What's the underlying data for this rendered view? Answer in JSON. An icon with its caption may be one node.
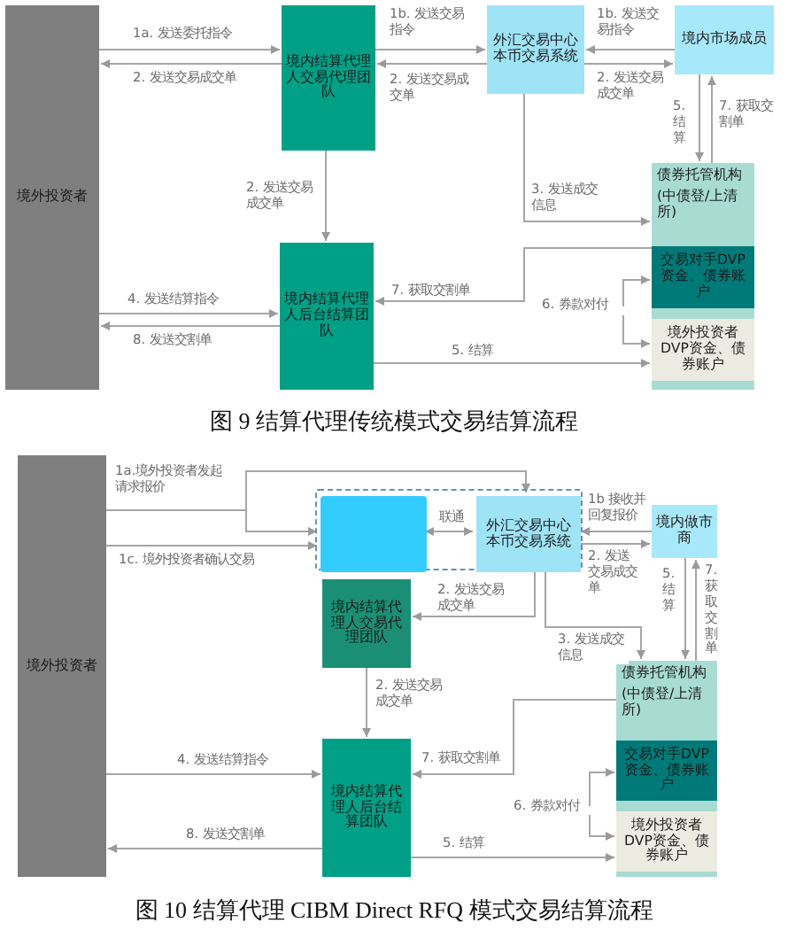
{
  "diagram": {
    "nodes": [
      {
        "text": [
          "境外投资者"
        ]
      },
      {
        "text": [
          "境内结算代理人交易代理团队"
        ]
      },
      {
        "text": [
          "外汇交易中心本币交易系统"
        ]
      },
      {
        "text": [
          "境内市场成员"
        ]
      },
      {
        "text": [
          "债券托管机构",
          "(中债登/上清所)"
        ]
      },
      {
        "text": [
          "交易对手DVP资金、债券账户"
        ],
        "in": 4
      },
      {
        "text": [
          "境外投资者DVP资金、债券账户"
        ],
        "in": 4
      },
      {
        "text": [
          "境内结算代理人后台结算团队"
        ]
      },
      {
        "text": [
          "境外投资者"
        ]
      },
      {
        "text": [],
        "shape": "box"
      },
      {
        "text": [],
        "shape": "box",
        "in": 9
      },
      {
        "text": [
          "外汇交易中心本币交易系统"
        ],
        "in": 9
      },
      {
        "text": [
          "境内做市商"
        ]
      },
      {
        "text": [
          "境内结算代理人交易代理团队"
        ]
      },
      {
        "text": [
          "债券托管机构",
          "(中债登/上清所)"
        ]
      },
      {
        "text": [
          "交易对手DVP资金、债券账户"
        ],
        "in": 14
      },
      {
        "text": [
          "境外投资者DVP资金、债券账户"
        ],
        "in": 14
      },
      {
        "text": [
          "境内结算代理人后台结算团队"
        ]
      }
    ],
    "edges": [
      {
        "from": 0,
        "to": 1,
        "arrow": "to",
        "label": "1a. 发送委托指令"
      },
      {
        "from": 1,
        "to": 0,
        "arrow": "to",
        "label": "2. 发送交易成交单"
      },
      {
        "from": 1,
        "to": 2,
        "arrow": "to",
        "label": "1b. 发送交易指令"
      },
      {
        "from": 2,
        "to": 1,
        "arrow": "to",
        "label": "2. 发送交易成交单"
      },
      {
        "from": 3,
        "to": 2,
        "arrow": "to",
        "label": "1b. 发送交易指令"
      },
      {
        "from": 2,
        "to": 3,
        "arrow": "to",
        "label": "2. 发送交易成交单"
      },
      {
        "from": 3,
        "to": 4,
        "arrow": "to",
        "label": "5. 结算"
      },
      {
        "from": 4,
        "to": 3,
        "arrow": "to",
        "label": "7. 获取交割单"
      },
      {
        "from": 2,
        "to": 4,
        "arrow": "to",
        "label": "3. 发送成交信息"
      },
      {
        "from": 1,
        "to": 7,
        "arrow": "to",
        "label": "2. 发送交易成交单"
      },
      {
        "from": 4,
        "to": 7,
        "arrow": "to",
        "label": "7. 获取交割单"
      },
      {
        "from": 0,
        "to": 7,
        "arrow": "to",
        "label": "4. 发送结算指令"
      },
      {
        "from": 7,
        "to": 0,
        "arrow": "to",
        "label": "8. 发送交割单"
      },
      {
        "from": 7,
        "to": 6,
        "arrow": "to",
        "label": "5. 结算"
      },
      {
        "from": null,
        "to": 5,
        "arrow": "to",
        "label": "6. 券款对付"
      },
      {
        "from": null,
        "to": 6,
        "arrow": "to"
      },
      {
        "from": 8,
        "to": 11,
        "arrow": "to",
        "label": "1a.境外投资者发起请求报价"
      },
      {
        "from": 8,
        "to": 10,
        "arrow": "to"
      },
      {
        "from": 8,
        "to": 10,
        "arrow": "to",
        "label": "1c. 境外投资者确认交易"
      },
      {
        "from": 10,
        "to": 11,
        "arrow": "both",
        "label": "联通"
      },
      {
        "from": 12,
        "to": 11,
        "arrow": "to",
        "label": "1b 接收并回复报价"
      },
      {
        "from": 11,
        "to": 12,
        "arrow": "to",
        "label": "2. 发送交易成交单"
      },
      {
        "from": 11,
        "to": 13,
        "arrow": "to",
        "label": "2. 发送交易成交单"
      },
      {
        "from": 11,
        "to": 14,
        "arrow": "to",
        "label": "3. 发送成交信息"
      },
      {
        "from": 12,
        "to": 14,
        "arrow": "to",
        "label": "5. 结算"
      },
      {
        "from": 14,
        "to": 12,
        "arrow": "to",
        "label": "7. 获取交割单"
      },
      {
        "from": 13,
        "to": 17,
        "arrow": "to",
        "label": "2. 发送交易成交单"
      },
      {
        "from": 14,
        "to": 17,
        "arrow": "to",
        "label": "7. 获取交割单"
      },
      {
        "from": 8,
        "to": 17,
        "arrow": "to",
        "label": "4. 发送结算指令"
      },
      {
        "from": 17,
        "to": 8,
        "arrow": "to",
        "label": "8. 发送交割单"
      },
      {
        "from": 17,
        "to": 16,
        "arrow": "to",
        "label": "5. 结算"
      },
      {
        "from": null,
        "to": 15,
        "arrow": "to",
        "label": "6. 券款对付"
      },
      {
        "from": null,
        "to": 16,
        "arrow": "to"
      }
    ],
    "labels": [
      "图 9 结算代理传统模式交易结算流程",
      "图 10 结算代理 CIBM Direct RFQ 模式交易结算流程"
    ]
  }
}
